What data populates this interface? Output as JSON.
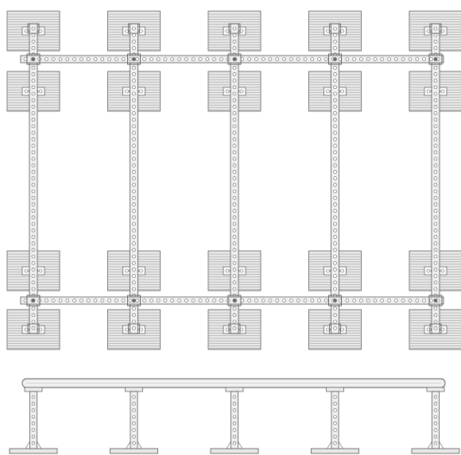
{
  "drawing": {
    "column_count": 5,
    "plan_rows": [
      "top-upper",
      "top-lower",
      "bottom-upper",
      "bottom-lower"
    ],
    "has_side_elevation": true
  },
  "colors": {
    "line": "#555555",
    "fill": "#f1f1f1",
    "pad_fill": "#e9e9e9",
    "hatch": "#8a8a8a",
    "hole": "#ffffff",
    "background": "#ffffff"
  }
}
